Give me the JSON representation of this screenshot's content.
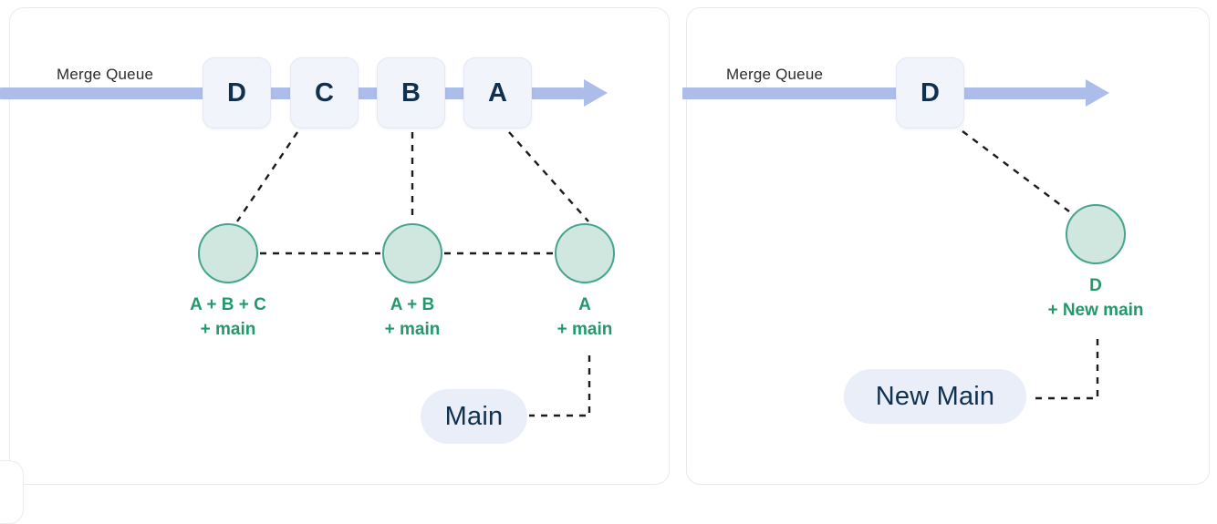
{
  "diagram": {
    "title": "Merge Queue rebase diagram",
    "colors": {
      "panel_border": "#e8eaed",
      "arrow": "#adbdea",
      "box_fill": "#f1f4fb",
      "box_text": "#10304f",
      "commit_fill": "#cfe7df",
      "commit_border": "#45a58e",
      "commit_text": "#23996b",
      "pill_fill": "#e9eef8",
      "dash": "#1b1b1b"
    }
  },
  "left_panel": {
    "queue_label": "Merge Queue",
    "queue_items": [
      {
        "label": "D"
      },
      {
        "label": "C"
      },
      {
        "label": "B"
      },
      {
        "label": "A"
      }
    ],
    "commits": [
      {
        "line1": "A + B + C",
        "line2": "+ main"
      },
      {
        "line1": "A + B",
        "line2": "+ main"
      },
      {
        "line1": "A",
        "line2": "+ main"
      }
    ],
    "main_pill": "Main"
  },
  "right_panel": {
    "queue_label": "Merge Queue",
    "queue_items": [
      {
        "label": "D"
      }
    ],
    "commits": [
      {
        "line1": "D",
        "line2": "+ New main"
      }
    ],
    "main_pill": "New Main"
  }
}
